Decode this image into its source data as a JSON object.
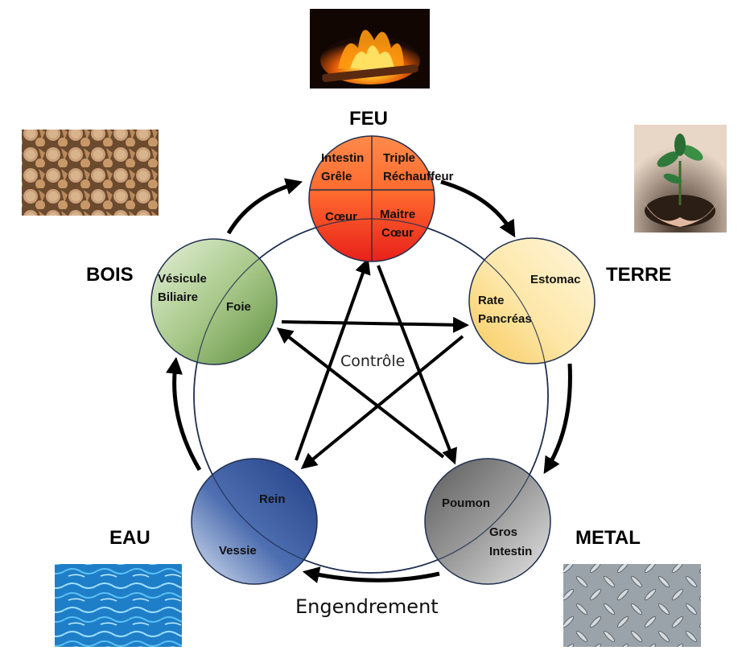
{
  "elements": {
    "feu": {
      "name": "FEU",
      "organs": [
        "Intestin",
        "Grêle",
        "Triple",
        "Réchauffeur",
        "Cœur",
        "Maitre",
        "Cœur"
      ]
    },
    "terre": {
      "name": "TERRE",
      "organs": [
        "Estomac",
        "Rate",
        "Pancréas"
      ]
    },
    "metal": {
      "name": "METAL",
      "organs": [
        "Poumon",
        "Gros",
        "Intestin"
      ]
    },
    "eau": {
      "name": "EAU",
      "organs": [
        "Rein",
        "Vessie"
      ]
    },
    "bois": {
      "name": "BOIS",
      "organs": [
        "Vésicule",
        "Biliaire",
        "Foie"
      ]
    }
  },
  "captions": {
    "control": "Contrôle",
    "generation": "Engendrement"
  },
  "colors": {
    "feu": "#e8431a",
    "terre": "#fbd77a",
    "metal": "#7d7d7d",
    "eau": "#2f4f96",
    "bois": "#7ea65a",
    "cycle_line": "#1f2f4f",
    "arrow": "#000000"
  },
  "photos": {
    "feu": "fire-photo",
    "terre": "seedling-in-soil-photo",
    "metal": "diamond-plate-metal-photo",
    "eau": "water-surface-photo",
    "bois": "stacked-firewood-photo"
  }
}
